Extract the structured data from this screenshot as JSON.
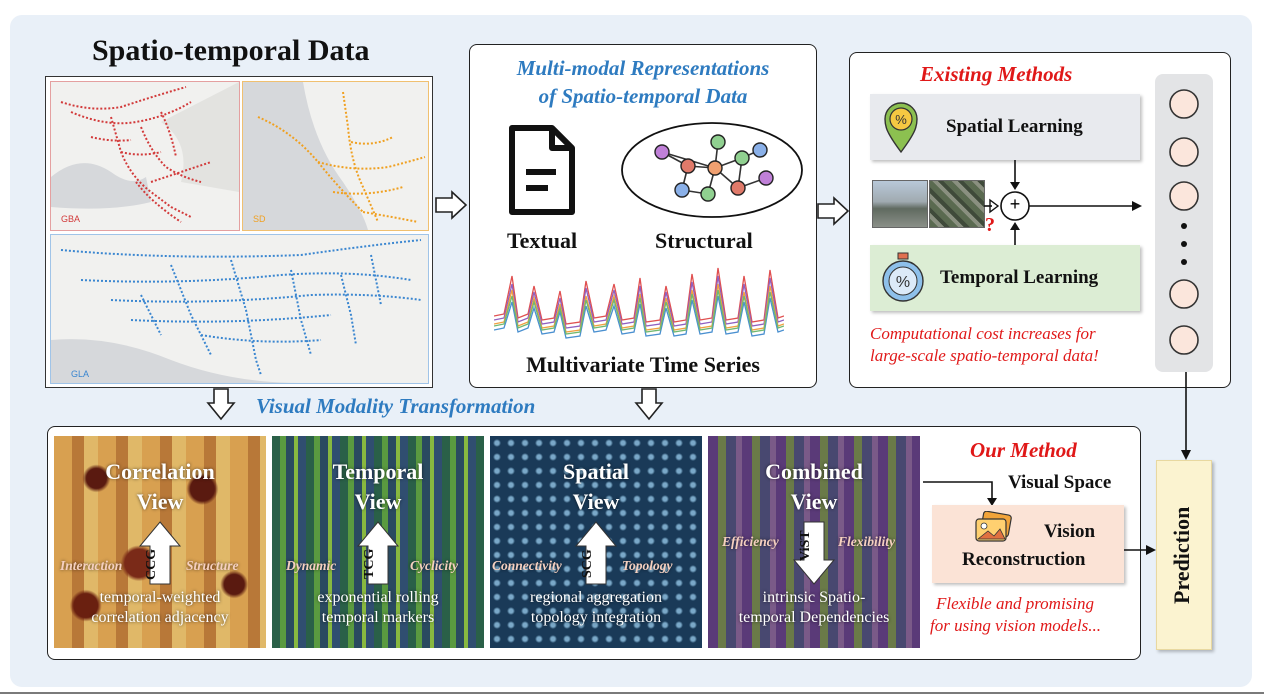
{
  "left_block": {
    "title": "Spatio-temporal Data",
    "maps": [
      {
        "label": "GBA",
        "color": "#d23a3a"
      },
      {
        "label": "SD",
        "color": "#f0a020"
      },
      {
        "label": "GLA",
        "color": "#3a86d0"
      }
    ]
  },
  "center_block": {
    "title_line1": "Multi-modal Representations",
    "title_line2": "of Spatio-temporal Data",
    "textual_label": "Textual",
    "structural_label": "Structural",
    "timeseries_label": "Multivariate Time Series"
  },
  "existing": {
    "title": "Existing Methods",
    "spatial_label": "Spatial Learning",
    "temporal_label": "Temporal Learning",
    "plus_sign": "+",
    "question_mark": "?",
    "note_line1": "Computational cost increases for",
    "note_line2": "large-scale spatio-temporal data!"
  },
  "transform_label": "Visual Modality Transformation",
  "views": [
    {
      "title1": "Correlation",
      "title2": "View",
      "arrow": "CCG",
      "left": "Interaction",
      "right": "Structure",
      "desc1": "temporal-weighted",
      "desc2": "correlation adjacency"
    },
    {
      "title1": "Temporal",
      "title2": "View",
      "arrow": "TCG",
      "left": "Dynamic",
      "right": "Cyclicity",
      "desc1": "exponential rolling",
      "desc2": "temporal markers"
    },
    {
      "title1": "Spatial",
      "title2": "View",
      "arrow": "SCG",
      "left": "Connectivity",
      "right": "Topology",
      "desc1": "regional aggregation",
      "desc2": "topology integration"
    },
    {
      "title1": "Combined",
      "title2": "View",
      "arrow": "ViST",
      "left": "Efficiency",
      "right": "Flexibility",
      "desc1": "intrinsic Spatio-",
      "desc2": "temporal Dependencies"
    }
  ],
  "our_method": {
    "title": "Our Method",
    "visual_space": "Visual Space",
    "vision_line1": "Vision",
    "vision_line2": "Reconstruction",
    "note_line1": "Flexible and promising",
    "note_line2": "for using vision models..."
  },
  "prediction_label": "Prediction",
  "colors": {
    "accent_blue": "#2e7bc0",
    "accent_red": "#e01818",
    "prediction_bg": "#fbf3d0"
  }
}
